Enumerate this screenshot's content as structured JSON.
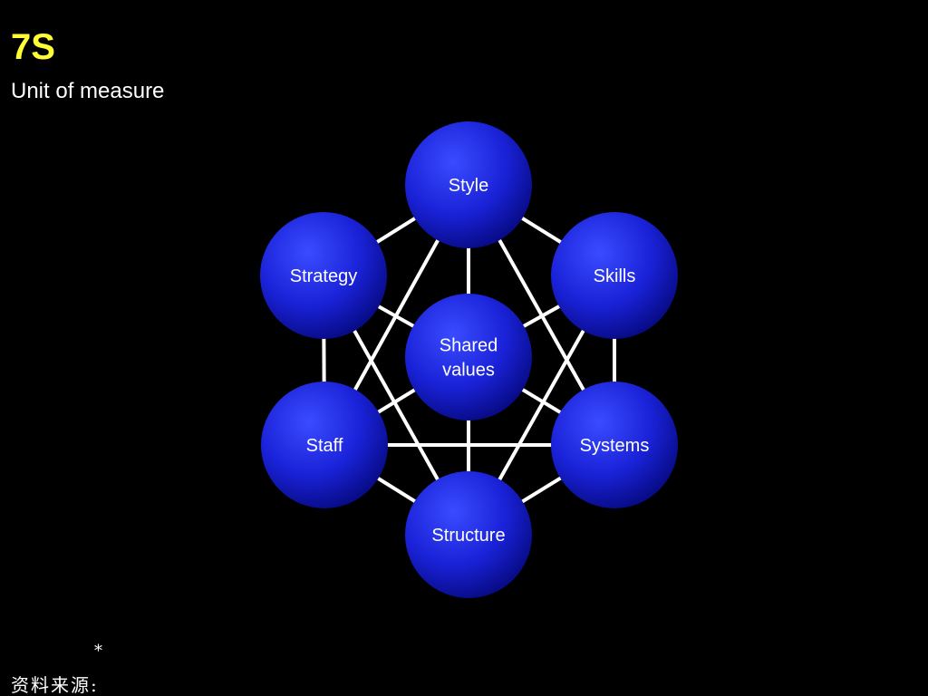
{
  "header": {
    "title": "7S",
    "subtitle": "Unit of measure"
  },
  "diagram": {
    "nodes": [
      {
        "id": "style",
        "label_lines": [
          "Style"
        ]
      },
      {
        "id": "strategy",
        "label_lines": [
          "Strategy"
        ]
      },
      {
        "id": "skills",
        "label_lines": [
          "Skills"
        ]
      },
      {
        "id": "shared-values",
        "label_lines": [
          "Shared",
          "values"
        ]
      },
      {
        "id": "staff",
        "label_lines": [
          "Staff"
        ]
      },
      {
        "id": "systems",
        "label_lines": [
          "Systems"
        ]
      },
      {
        "id": "structure",
        "label_lines": [
          "Structure"
        ]
      }
    ],
    "edges": [
      [
        "style",
        "strategy"
      ],
      [
        "style",
        "skills"
      ],
      [
        "style",
        "shared-values"
      ],
      [
        "style",
        "staff"
      ],
      [
        "style",
        "systems"
      ],
      [
        "strategy",
        "staff"
      ],
      [
        "strategy",
        "shared-values"
      ],
      [
        "strategy",
        "structure"
      ],
      [
        "skills",
        "systems"
      ],
      [
        "skills",
        "shared-values"
      ],
      [
        "skills",
        "structure"
      ],
      [
        "staff",
        "systems"
      ],
      [
        "staff",
        "shared-values"
      ],
      [
        "staff",
        "structure"
      ],
      [
        "systems",
        "shared-values"
      ],
      [
        "systems",
        "structure"
      ],
      [
        "shared-values",
        "structure"
      ]
    ]
  },
  "footer": {
    "mark": "*",
    "source_label": "资料来源:"
  },
  "colors": {
    "background": "#000000",
    "title": "#FFFF33",
    "text": "#FFFFFF",
    "node_light": "#3A4CFF",
    "node_mid": "#1A22D8",
    "node_dark": "#05087A",
    "edge": "#FFFFFF"
  }
}
